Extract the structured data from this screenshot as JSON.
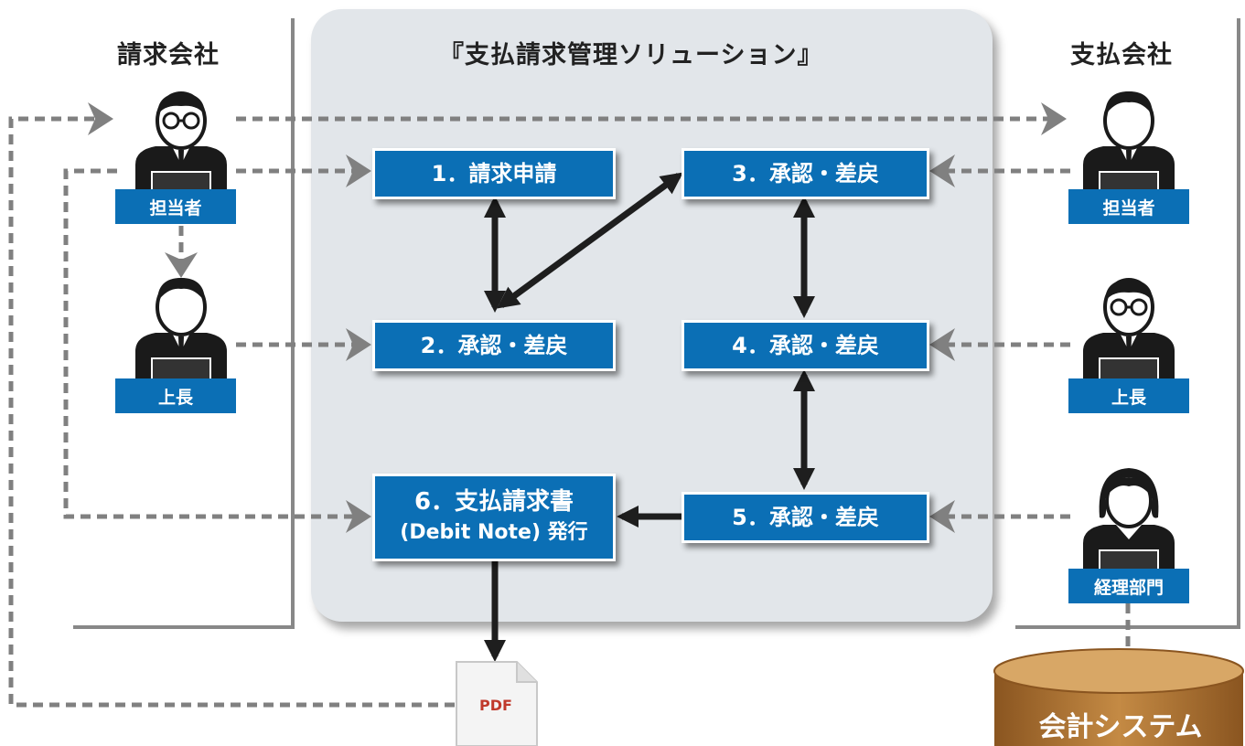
{
  "headers": {
    "billing_company": "請求会社",
    "solution": "『支払請求管理ソリューション』",
    "paying_company": "支払会社"
  },
  "steps": {
    "s1": "1．請求申請",
    "s2": "2．承認・差戻",
    "s3": "3．承認・差戻",
    "s4": "4．承認・差戻",
    "s5": "5．承認・差戻",
    "s6_line1": "6．支払請求書",
    "s6_line2": "(Debit Note) 発行"
  },
  "roles": {
    "billing_staff": "担当者",
    "billing_manager": "上長",
    "paying_staff": "担当者",
    "paying_manager": "上長",
    "accounting": "経理部門"
  },
  "outputs": {
    "pdf": "PDF",
    "accounting_system": "会計システム"
  },
  "colors": {
    "box_blue": "#0b6fb5",
    "panel_gray": "#e2e6ea",
    "arrow_dark": "#1e1e1e",
    "dashed_gray": "#808080",
    "db_brown": "#b97a36"
  }
}
